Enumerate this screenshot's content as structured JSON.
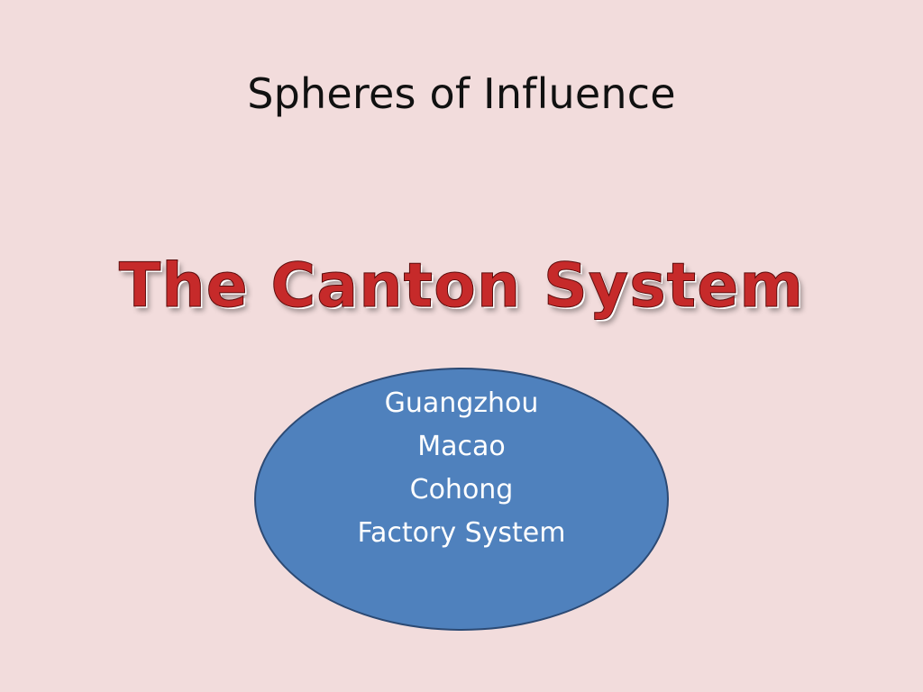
{
  "slide": {
    "title": "Spheres of Influence",
    "heading": "The Canton System",
    "ellipse_items": [
      "Guangzhou",
      "Macao",
      "Cohong",
      "Factory System"
    ]
  },
  "colors": {
    "background": "#f2dcdc",
    "heading_red": "#c62a2a",
    "ellipse_fill": "#4f81bd",
    "ellipse_border": "#2c4a74",
    "ellipse_text": "#ffffff"
  }
}
